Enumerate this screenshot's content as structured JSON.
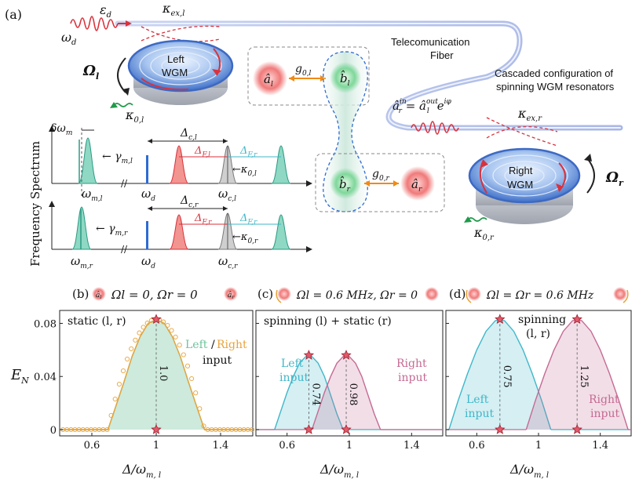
{
  "figure": {
    "panel_a": {
      "label": "(a)",
      "drive_eps": "ε",
      "drive_eps_sub": "d",
      "drive_omega": "ω",
      "drive_omega_sub": "d",
      "kappa_ex_l": "κ",
      "kappa_ex_l_sub": "ex,l",
      "fiber_label_1": "Telecomunication",
      "fiber_label_2": "Fiber",
      "cascaded_1": "Cascaded configuration of",
      "cascaded_2": "spinning WGM resonators",
      "left_wgm_1": "Left",
      "left_wgm_2": "WGM",
      "right_wgm_1": "Right",
      "right_wgm_2": "WGM",
      "omega_l": "Ω",
      "omega_l_sub": "l",
      "omega_r": "Ω",
      "omega_r_sub": "r",
      "kappa_0l": "κ",
      "kappa_0l_sub": "0,l",
      "kappa_0r": "κ",
      "kappa_0r_sub": "0,r",
      "kappa_ex_r": "κ",
      "kappa_ex_r_sub": "ex,r",
      "mode_a_l": "â",
      "mode_a_l_sub": "l",
      "mode_b_l": "b̂",
      "mode_b_l_sub": "l",
      "mode_b_r": "b̂",
      "mode_b_r_sub": "r",
      "mode_a_r": "â",
      "mode_a_r_sub": "r",
      "g_0l": "g",
      "g_0l_sub": "0,l",
      "g_0r": "g",
      "g_0r_sub": "0,r",
      "cascade_eq_lhs": "â",
      "cascade_eq_lhs_sub": "r",
      "cascade_eq_lhs_sup": "in",
      "cascade_eq_mid": " = â",
      "cascade_eq_mid_sub": "l",
      "cascade_eq_mid_sup": "out",
      "cascade_eq_rhs": "e",
      "cascade_eq_rhs_sup": "iφ",
      "freq_spectrum": "Frequency Spectrum",
      "delta_omega_m": "δω",
      "delta_omega_m_sub": "m",
      "gamma_ml": "γ",
      "gamma_ml_sub": "m,l",
      "gamma_mr": "γ",
      "gamma_mr_sub": "m,r",
      "omega_ml": "ω",
      "omega_ml_sub": "m,l",
      "omega_mr": "ω",
      "omega_mr_sub": "m,r",
      "Delta_cl": "Δ",
      "Delta_cl_sub": "c,l",
      "Delta_cr": "Δ",
      "Delta_cr_sub": "c,r",
      "Delta_Fl": "Δ",
      "Delta_Fl_sub": "F,l",
      "Delta_Fr": "Δ",
      "Delta_Fr_sub": "F,r",
      "omega_d_lbl": "ω",
      "omega_d_lbl_sub": "d",
      "omega_cl": "ω",
      "omega_cl_sub": "c,l",
      "omega_cr": "ω",
      "omega_cr_sub": "c,r",
      "kappa0l_small": "κ",
      "kappa0l_small_sub": "0,l",
      "kappa0r_small": "κ",
      "kappa0r_small_sub": "0,r"
    },
    "panel_b": {
      "label": "(b)",
      "icon_left": "â",
      "icon_left_sub": "l",
      "icon_right": "â",
      "icon_right_sub": "r",
      "title": "Ω",
      "title_full": "Ωl = 0, Ωr = 0",
      "inner": "static (l, r)",
      "legend_left": "Left",
      "legend_slash": "/",
      "legend_right": "Right",
      "legend_input": "input",
      "vline_label": "1.0"
    },
    "panel_c": {
      "label": "(c)",
      "title_full": "Ωl = 0.6 MHz, Ωr = 0",
      "inner": "spinning (l) + static (r)",
      "left_input_1": "Left",
      "left_input_2": "input",
      "right_input_1": "Right",
      "right_input_2": "input",
      "vline1_label": "0.74",
      "vline2_label": "0.98"
    },
    "panel_d": {
      "label": "(d)",
      "title_full": "Ωl = Ωr = 0.6 MHz",
      "inner_1": "spinning",
      "inner_2": "(l, r)",
      "left_input_1": "Left",
      "left_input_2": "input",
      "right_input_1": "Right",
      "right_input_2": "input",
      "vline1_label": "0.75",
      "vline2_label": "1.25"
    },
    "axes": {
      "ylabel": "E",
      "ylabel_sub": "N",
      "xlabel": "Δ/ω",
      "xlabel_sub": "m, l",
      "yticks": [
        "0",
        "0.04",
        "0.08"
      ],
      "xticks_b": [
        "0.6",
        "1",
        "1.4"
      ],
      "xticks_c": [
        "0.6",
        "1",
        "1.4"
      ],
      "xticks_d": [
        "0.6",
        "1",
        "1.4"
      ]
    },
    "colors": {
      "green": "#6fc39a",
      "orange": "#e8a33a",
      "cyan": "#3fb7c9",
      "magenta": "#c56a93",
      "red": "#d9333f",
      "gray": "#9a9a9a",
      "blue": "#2f6bd1"
    }
  },
  "chart_data": [
    {
      "type": "area",
      "panel": "b",
      "xlim": [
        0.4,
        1.6
      ],
      "ylim": [
        0,
        0.085
      ],
      "xticks": [
        0.6,
        1,
        1.4
      ],
      "yticks": [
        0,
        0.04,
        0.08
      ],
      "series": [
        {
          "name": "Left",
          "x": [
            0.4,
            0.5,
            0.6,
            0.7,
            0.75,
            0.8,
            0.85,
            0.9,
            0.95,
            1.0,
            1.05,
            1.1,
            1.15,
            1.2,
            1.25,
            1.3,
            1.4,
            1.5,
            1.6
          ],
          "values": [
            0,
            0,
            0,
            0,
            0.018,
            0.036,
            0.055,
            0.07,
            0.08,
            0.083,
            0.08,
            0.07,
            0.055,
            0.036,
            0.018,
            0,
            0,
            0,
            0
          ]
        },
        {
          "name": "Right",
          "x": [
            0.4,
            0.5,
            0.6,
            0.7,
            0.75,
            0.8,
            0.85,
            0.9,
            0.95,
            1.0,
            1.05,
            1.1,
            1.15,
            1.2,
            1.25,
            1.3,
            1.4,
            1.5,
            1.6
          ],
          "values": [
            0,
            0,
            0,
            0,
            0.018,
            0.036,
            0.055,
            0.07,
            0.08,
            0.083,
            0.08,
            0.07,
            0.055,
            0.036,
            0.018,
            0,
            0,
            0,
            0
          ]
        }
      ],
      "markers": [
        {
          "x": 1.0,
          "y": 0.083
        },
        {
          "x": 1.0,
          "y": 0
        }
      ]
    },
    {
      "type": "area",
      "panel": "c",
      "xlim": [
        0.4,
        1.6
      ],
      "ylim": [
        0,
        0.085
      ],
      "xticks": [
        0.6,
        1,
        1.4
      ],
      "yticks": [
        0,
        0.04,
        0.08
      ],
      "series": [
        {
          "name": "Left",
          "x": [
            0.52,
            0.56,
            0.6,
            0.64,
            0.68,
            0.72,
            0.74,
            0.76,
            0.8,
            0.84,
            0.88,
            0.92,
            0.96
          ],
          "values": [
            0,
            0.014,
            0.028,
            0.04,
            0.05,
            0.055,
            0.056,
            0.055,
            0.05,
            0.04,
            0.026,
            0.012,
            0
          ]
        },
        {
          "name": "Right",
          "x": [
            0.76,
            0.8,
            0.84,
            0.88,
            0.92,
            0.96,
            0.98,
            1.0,
            1.04,
            1.08,
            1.12,
            1.16,
            1.2
          ],
          "values": [
            0,
            0.014,
            0.028,
            0.04,
            0.05,
            0.055,
            0.056,
            0.055,
            0.05,
            0.04,
            0.026,
            0.012,
            0
          ]
        }
      ],
      "markers": [
        {
          "x": 0.74,
          "y": 0.056
        },
        {
          "x": 0.74,
          "y": 0
        },
        {
          "x": 0.98,
          "y": 0.056
        },
        {
          "x": 0.98,
          "y": 0
        }
      ]
    },
    {
      "type": "area",
      "panel": "d",
      "xlim": [
        0.4,
        1.6
      ],
      "ylim": [
        0,
        0.085
      ],
      "xticks": [
        0.6,
        1,
        1.4
      ],
      "yticks": [
        0,
        0.04,
        0.08
      ],
      "series": [
        {
          "name": "Left",
          "x": [
            0.42,
            0.48,
            0.54,
            0.6,
            0.66,
            0.72,
            0.75,
            0.78,
            0.84,
            0.9,
            0.96,
            1.02,
            1.08
          ],
          "values": [
            0,
            0.022,
            0.042,
            0.06,
            0.074,
            0.082,
            0.083,
            0.082,
            0.074,
            0.06,
            0.042,
            0.022,
            0
          ]
        },
        {
          "name": "Right",
          "x": [
            0.92,
            0.98,
            1.04,
            1.1,
            1.16,
            1.22,
            1.25,
            1.28,
            1.34,
            1.4,
            1.46,
            1.52,
            1.58
          ],
          "values": [
            0,
            0.022,
            0.042,
            0.06,
            0.074,
            0.082,
            0.083,
            0.082,
            0.074,
            0.06,
            0.042,
            0.022,
            0
          ]
        }
      ],
      "markers": [
        {
          "x": 0.75,
          "y": 0.083
        },
        {
          "x": 0.75,
          "y": 0
        },
        {
          "x": 1.25,
          "y": 0.083
        },
        {
          "x": 1.25,
          "y": 0
        }
      ]
    }
  ]
}
